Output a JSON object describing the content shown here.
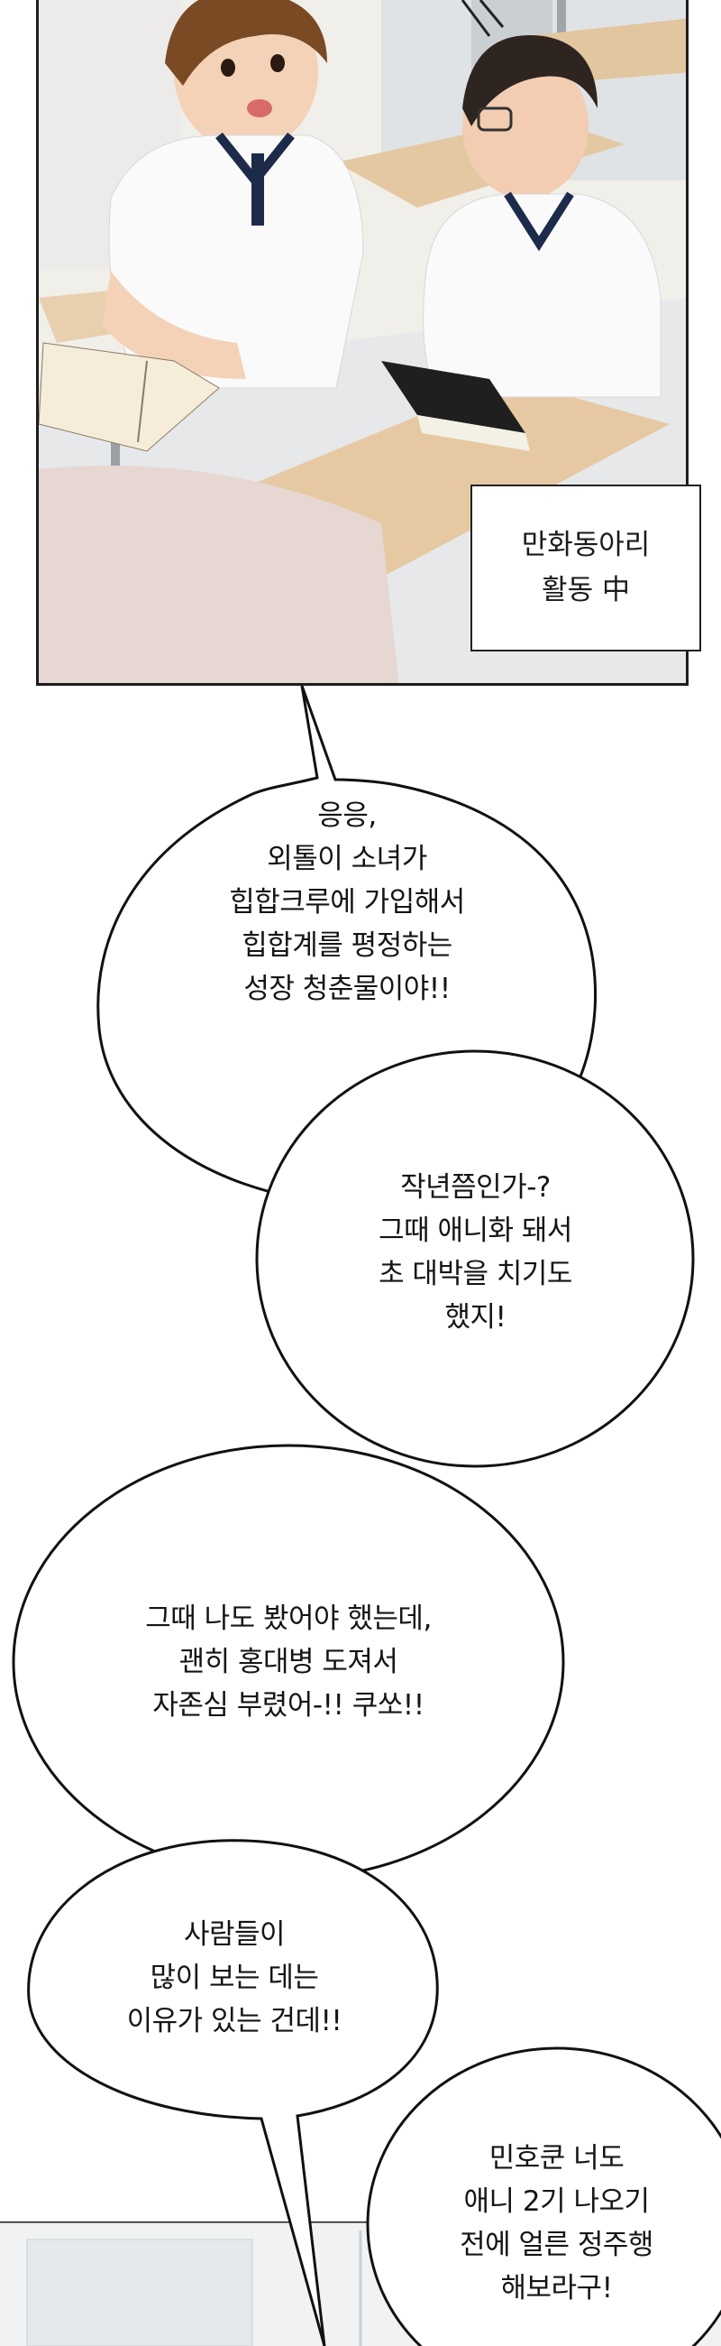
{
  "caption": {
    "lines": [
      "만화동아리",
      "활동 中"
    ]
  },
  "bubbles": [
    {
      "lines": [
        "응응,",
        "외톨이 소녀가",
        "힙합크루에 가입해서",
        "힙합계를 평정하는",
        "성장 청춘물이야!!"
      ]
    },
    {
      "lines": [
        "작년쯤인가-?",
        "그때 애니화 돼서",
        "초 대박을 치기도",
        "했지!"
      ]
    },
    {
      "lines": [
        "그때 나도 봤어야 했는데,",
        "괜히 홍대병 도져서",
        "자존심 부렸어-!! 쿠쏘!!"
      ]
    },
    {
      "lines": [
        "사람들이",
        "많이 보는 데는",
        "이유가 있는 건데!!"
      ]
    },
    {
      "lines": [
        "민호쿤 너도",
        "애니 2기 나오기",
        "전에 얼른 정주행",
        "해보라구!"
      ]
    }
  ]
}
